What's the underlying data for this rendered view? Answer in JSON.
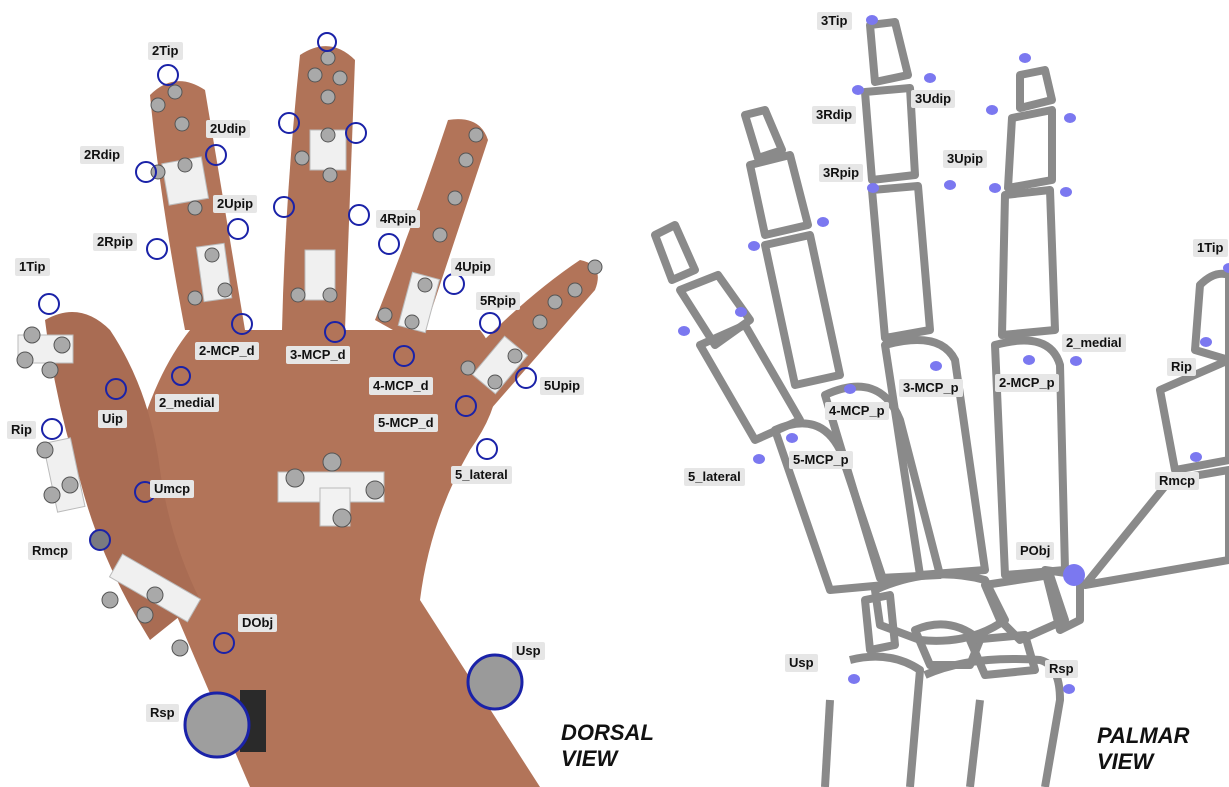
{
  "dorsal": {
    "title_line1": "DORSAL",
    "title_line2": "VIEW",
    "labels": {
      "tip2": "2Tip",
      "udip2": "2Udip",
      "rdip2": "2Rdip",
      "upip2": "2Upip",
      "rpip2": "2Rpip",
      "tip1": "1Tip",
      "uip": "Uip",
      "rip": "Rip",
      "umcp": "Umcp",
      "rmcp": "Rmcp",
      "mcp2d": "2-MCP_d",
      "medial2": "2_medial",
      "mcp3d": "3-MCP_d",
      "rpip4": "4Rpip",
      "upip4": "4Upip",
      "rpip5": "5Rpip",
      "mcp4d": "4-MCP_d",
      "upip5": "5Upip",
      "mcp5d": "5-MCP_d",
      "lateral5": "5_lateral",
      "dobj": "DObj",
      "usp": "Usp",
      "rsp": "Rsp"
    }
  },
  "palmar": {
    "title_line1": "PALMAR",
    "title_line2": "VIEW",
    "labels": {
      "tip3": "3Tip",
      "rdip3": "3Rdip",
      "udip3": "3Udip",
      "rpip3": "3Rpip",
      "upip3": "3Upip",
      "tip1": "1Tip",
      "medial2": "2_medial",
      "rip": "Rip",
      "mcp3p": "3-MCP_p",
      "mcp2p": "2-MCP_p",
      "mcp4p": "4-MCP_p",
      "lateral5": "5_lateral",
      "mcp5p": "5-MCP_p",
      "rmcp": "Rmcp",
      "pobj": "PObj",
      "usp": "Usp",
      "rsp": "Rsp"
    }
  },
  "colors": {
    "skin": "#b27459",
    "skin_dark": "#8a5440",
    "marker_ring": "#1a22a8",
    "marker_fill": "#a9a9a9",
    "bone": "#8a8a8a",
    "palmar_marker": "#7b78f0"
  }
}
